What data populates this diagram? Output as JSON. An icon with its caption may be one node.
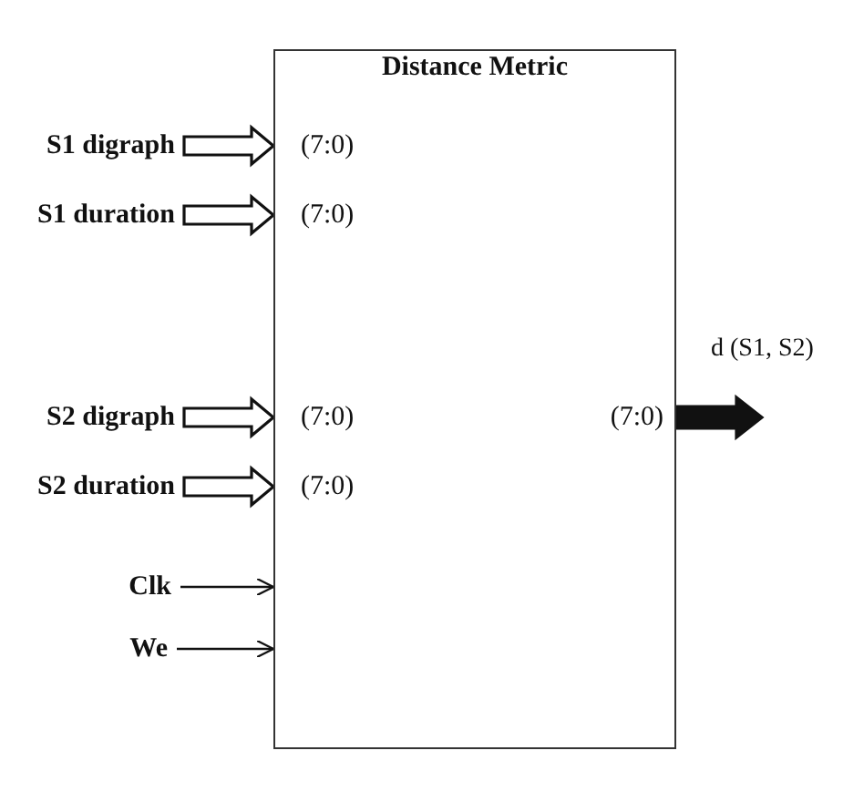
{
  "diagram": {
    "nodes": [
      {
        "text": [
          "Distance Metric"
        ]
      },
      {
        "text": [
          "S1 digraph"
        ]
      },
      {
        "text": [
          "S1 duration"
        ]
      },
      {
        "text": [
          "S2 digraph"
        ]
      },
      {
        "text": [
          "S2 duration"
        ]
      },
      {
        "text": [
          "Clk"
        ]
      },
      {
        "text": [
          "We"
        ]
      }
    ],
    "edges": [
      {
        "from": 1,
        "to": 0,
        "arrow": "to",
        "style": "thick"
      },
      {
        "from": 2,
        "to": 0,
        "arrow": "to",
        "style": "thick"
      },
      {
        "from": 3,
        "to": 0,
        "arrow": "to",
        "style": "thick"
      },
      {
        "from": 4,
        "to": 0,
        "arrow": "to",
        "style": "thick"
      },
      {
        "from": 5,
        "to": 0,
        "arrow": "to"
      },
      {
        "from": 6,
        "to": 0,
        "arrow": "to"
      },
      {
        "from": 0,
        "to": null,
        "arrow": "to",
        "style": "thick",
        "label": "d (S1, S2)"
      }
    ],
    "labels": [
      "(7:0)",
      "(7:0)",
      "(7:0)",
      "(7:0)",
      "(7:0)"
    ]
  }
}
